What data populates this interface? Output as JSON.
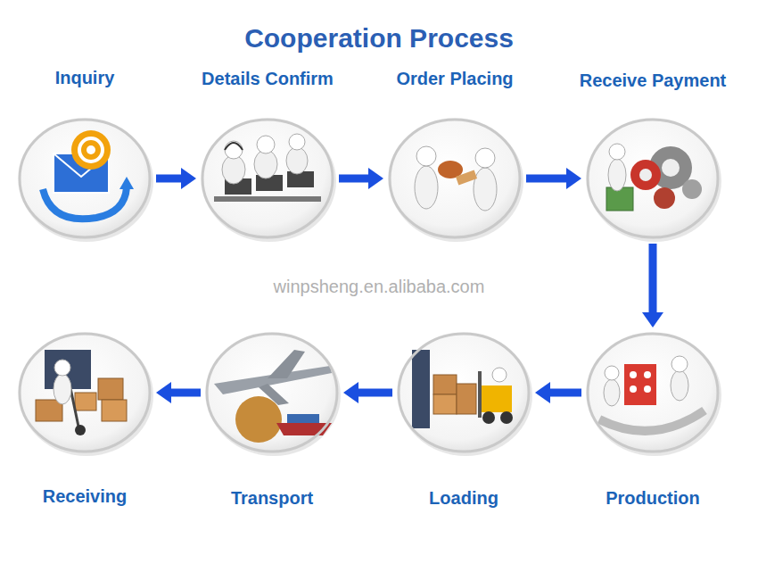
{
  "diagram": {
    "title": "Cooperation Process",
    "nodes": [
      {
        "text": [
          "Inquiry"
        ]
      },
      {
        "text": [
          "Details Confirm"
        ]
      },
      {
        "text": [
          "Order Placing"
        ]
      },
      {
        "text": [
          "Receive Payment"
        ]
      },
      {
        "text": [
          "Production"
        ]
      },
      {
        "text": [
          "Loading"
        ]
      },
      {
        "text": [
          "Transport"
        ]
      },
      {
        "text": [
          "Receiving"
        ]
      }
    ],
    "edges": [
      {
        "from": 0,
        "to": 1,
        "arrow": "to"
      },
      {
        "from": 1,
        "to": 2,
        "arrow": "to"
      },
      {
        "from": 2,
        "to": 3,
        "arrow": "to"
      },
      {
        "from": 3,
        "to": 4,
        "arrow": "to"
      },
      {
        "from": 4,
        "to": 5,
        "arrow": "to"
      },
      {
        "from": 5,
        "to": 6,
        "arrow": "to"
      },
      {
        "from": 6,
        "to": 7,
        "arrow": "to"
      }
    ],
    "labels": [
      "winpsheng.en.alibaba.com"
    ]
  }
}
